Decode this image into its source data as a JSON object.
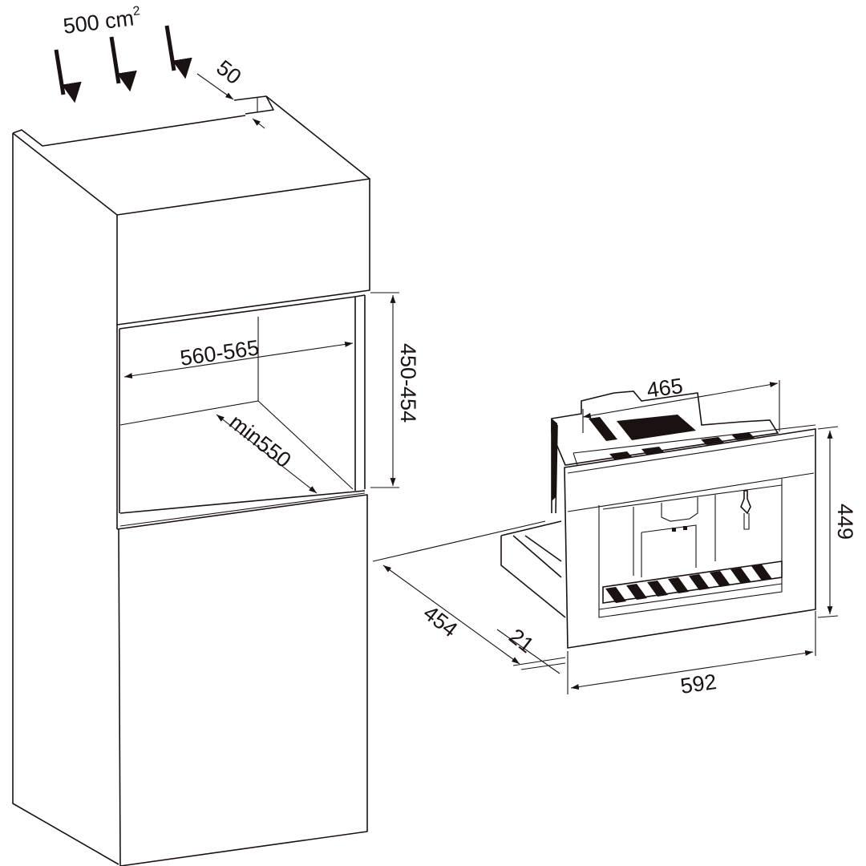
{
  "title": "Built-in coffee machine installation dimensions",
  "cabinet": {
    "ventilation_area": "500 cm",
    "ventilation_area_sup": "2",
    "vent_gap": "50",
    "niche_width": "560-565",
    "niche_height": "450-454",
    "niche_depth": "min550"
  },
  "appliance": {
    "body_width": "465",
    "front_height": "449",
    "depth": "454",
    "front_thickness": "21",
    "front_width": "592"
  },
  "colors": {
    "line": "#1a1210",
    "background": "#ffffff"
  }
}
